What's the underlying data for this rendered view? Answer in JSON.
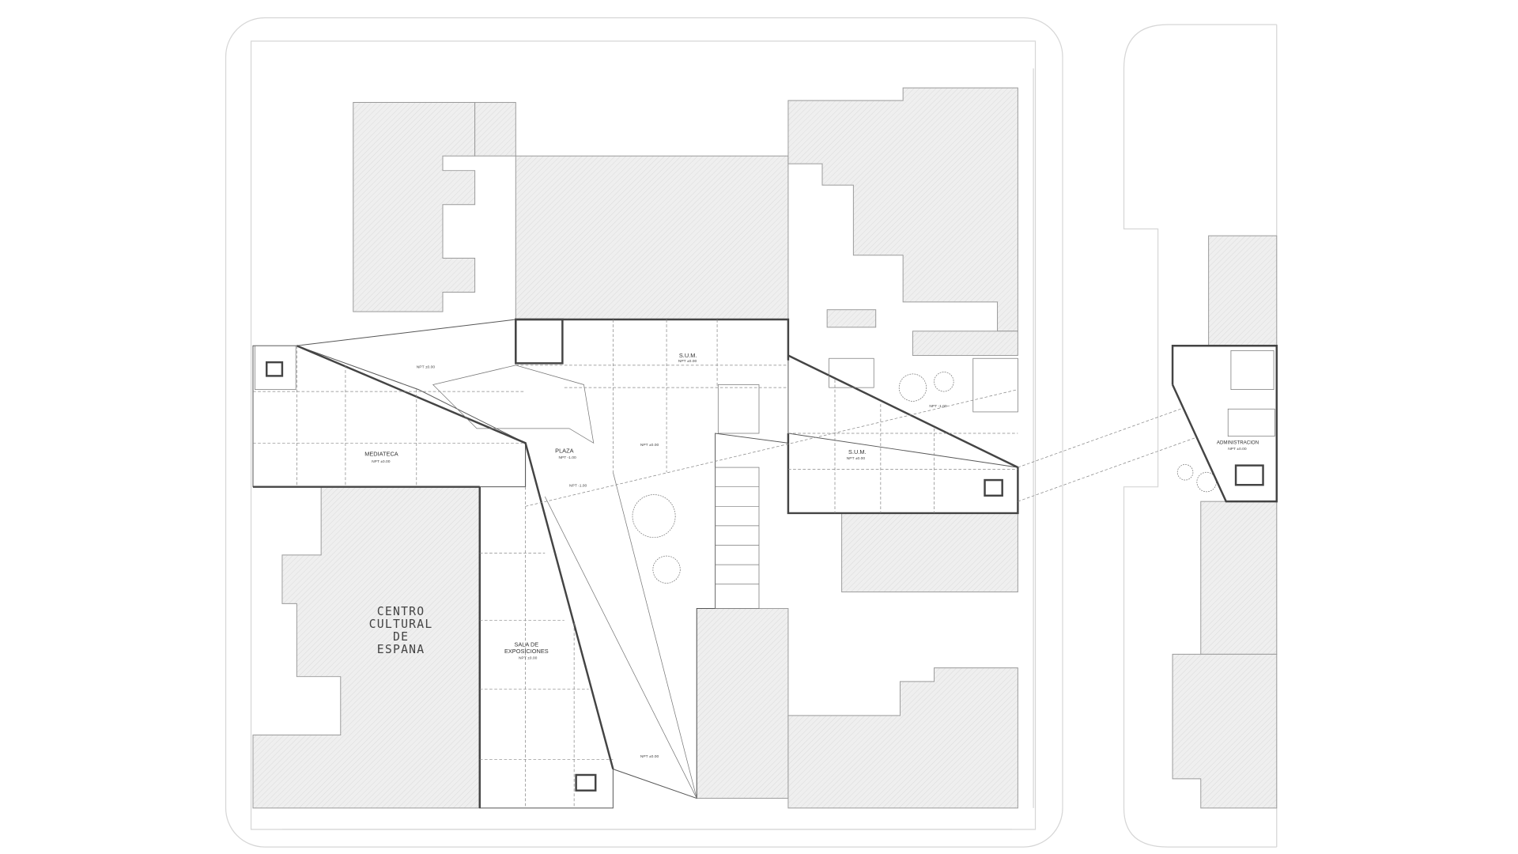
{
  "drawing": {
    "type": "architectural floor plan",
    "rooms": {
      "mediateca": {
        "name": "MEDIATECA",
        "level": "NPT ±0.00"
      },
      "plaza": {
        "name": "PLAZA",
        "level": "NPT -1.00"
      },
      "sum_top": {
        "name": "S.U.M.",
        "level": "NPT ±0.00"
      },
      "sum_right": {
        "name": "S.U.M.",
        "level": "NPT ±0.00"
      },
      "sala": {
        "name_line1": "SALA DE",
        "name_line2": "EXPOSICIONES",
        "level": "NPT ±0.00"
      },
      "administracion": {
        "name": "ADMINISTRACION",
        "level": "NPT ±0.00"
      }
    },
    "extra_levels": [
      "NPT ±0.00",
      "NPT ±0.00",
      "NPT -1.00",
      "NPT -1.00",
      "NPT ±0.00"
    ],
    "neighbor": {
      "line1": "CENTRO",
      "line2": "CULTURAL",
      "line3": "DE",
      "line4": "ESPANA"
    },
    "colors": {
      "building_fill": "#ececec",
      "hatch": "#cfcfcf",
      "wall": "#444444"
    }
  }
}
